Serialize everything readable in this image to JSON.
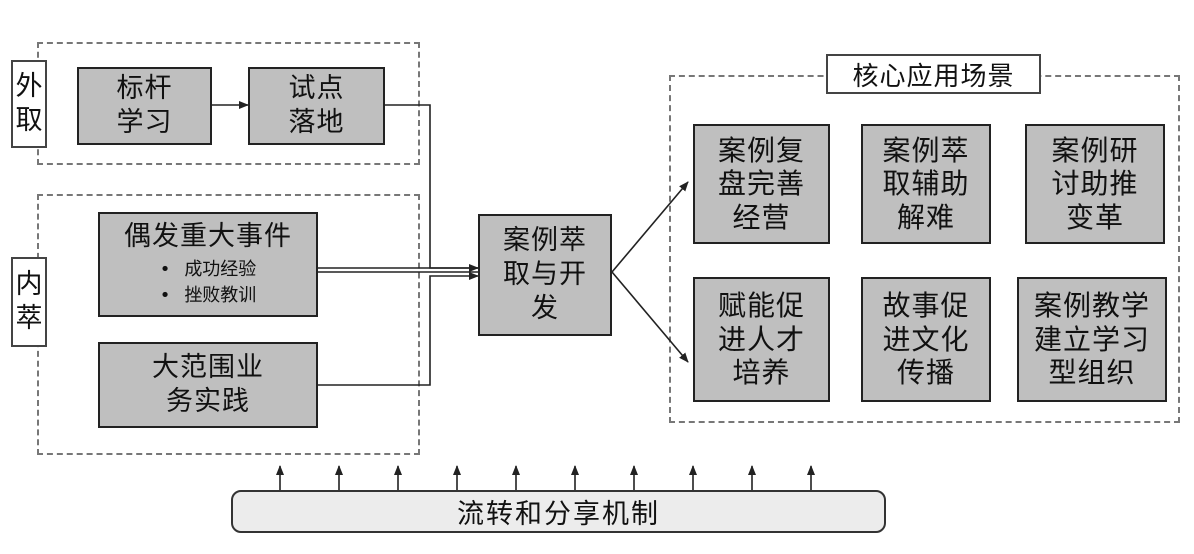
{
  "external": {
    "label": "外取",
    "benchmark": "标杆学习",
    "pilot": "试点落地"
  },
  "internal": {
    "label": "内萃",
    "major_events": {
      "title": "偶发重大事件",
      "bullets": [
        "成功经验",
        "挫败教训"
      ]
    },
    "practice": "大范围业务实践"
  },
  "center": "案例萃取与开发",
  "scenarios": {
    "title": "核心应用场景",
    "items": [
      "案例复盘完善经营",
      "案例萃取辅助解难",
      "案例研讨助推变革",
      "赋能促进人才培养",
      "故事促进文化传播",
      "案例教学建立学习型组织"
    ]
  },
  "mechanism": "流转和分享机制",
  "colors": {
    "box_fill": "#bfbfbf",
    "dash_border": "#777777",
    "line": "#222222"
  }
}
